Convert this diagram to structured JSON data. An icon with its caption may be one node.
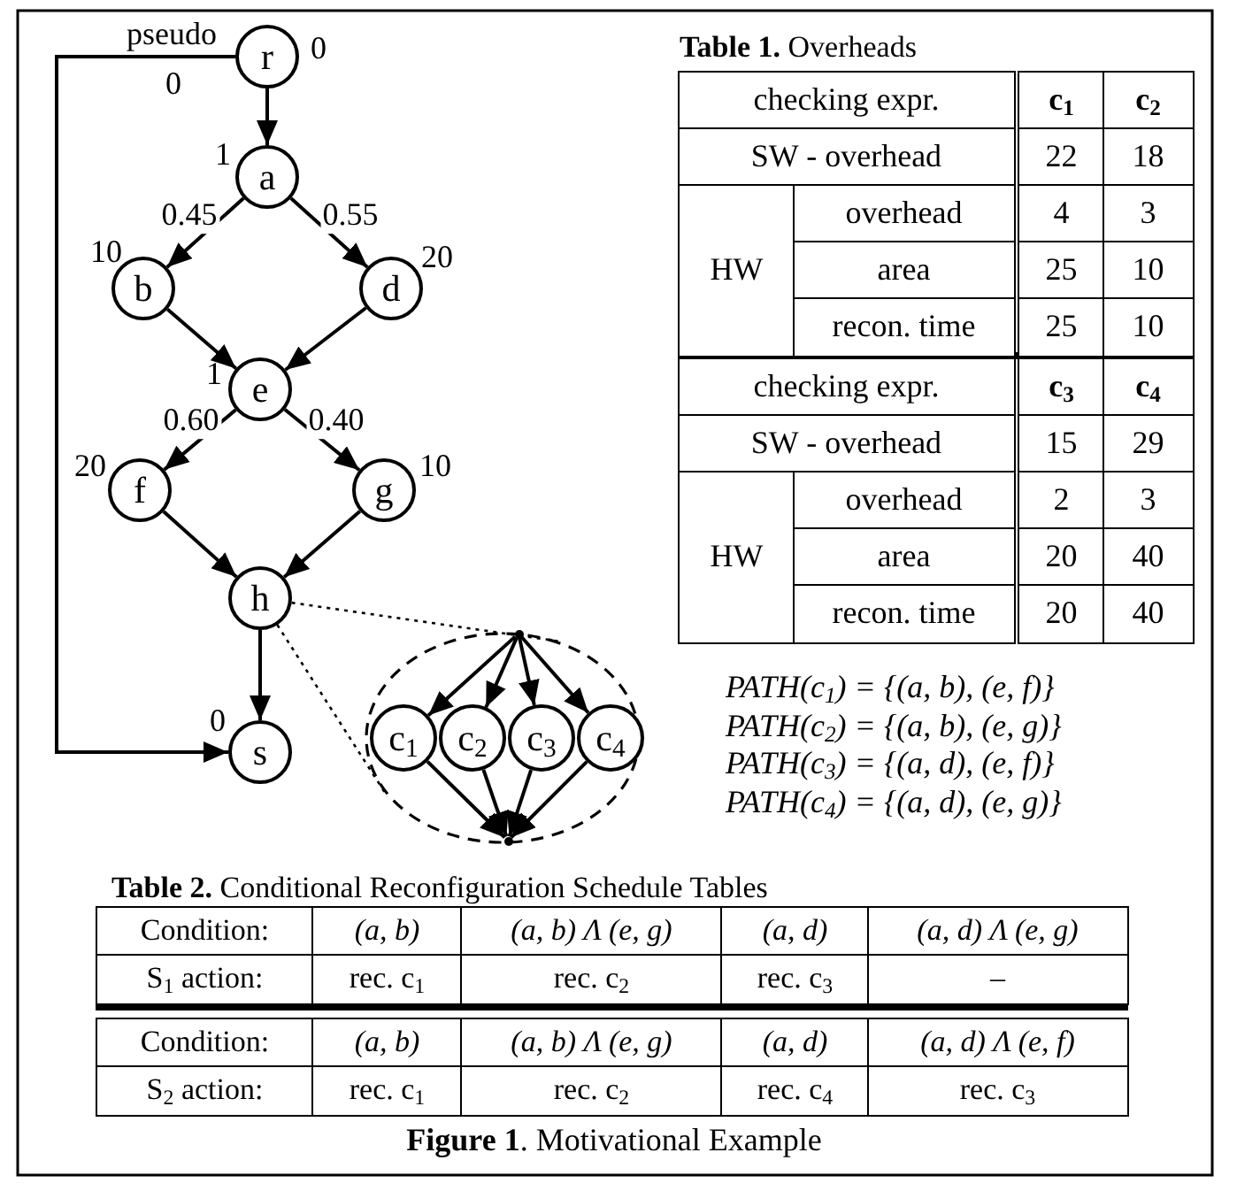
{
  "diagram": {
    "caption": "**Figure 1**. Motivational Example",
    "nodes": [
      {
        "text": [
          "r"
        ],
        "beside": [
          "0"
        ]
      },
      {
        "text": [
          "a"
        ],
        "beside": [
          "1"
        ]
      },
      {
        "text": [
          "b"
        ],
        "beside": [
          "10"
        ]
      },
      {
        "text": [
          "d"
        ],
        "beside": [
          "20"
        ]
      },
      {
        "text": [
          "e"
        ],
        "beside": [
          "1"
        ]
      },
      {
        "text": [
          "f"
        ],
        "beside": [
          "20"
        ]
      },
      {
        "text": [
          "g"
        ],
        "beside": [
          "10"
        ]
      },
      {
        "text": [
          "h"
        ]
      },
      {
        "text": [
          "s"
        ],
        "beside": [
          "0"
        ]
      },
      {
        "text": [],
        "shape": "ellipse"
      },
      {
        "text": [],
        "shape": "dot",
        "in": 9
      },
      {
        "text": [
          "c$_{1}$"
        ],
        "in": 9
      },
      {
        "text": [
          "c$_{2}$"
        ],
        "in": 9
      },
      {
        "text": [
          "c$_{3}$"
        ],
        "in": 9
      },
      {
        "text": [
          "c$_{4}$"
        ],
        "in": 9
      },
      {
        "text": [],
        "shape": "dot",
        "in": 9
      }
    ],
    "edges": [
      {
        "from": 0,
        "to": 1,
        "arrow": "to"
      },
      {
        "from": 1,
        "to": 2,
        "arrow": "to",
        "label": "0.45"
      },
      {
        "from": 1,
        "to": 3,
        "arrow": "to",
        "label": "0.55"
      },
      {
        "from": 2,
        "to": 4,
        "arrow": "to"
      },
      {
        "from": 3,
        "to": 4,
        "arrow": "to"
      },
      {
        "from": 4,
        "to": 5,
        "arrow": "to",
        "label": "0.60"
      },
      {
        "from": 4,
        "to": 6,
        "arrow": "to",
        "label": "0.40"
      },
      {
        "from": 5,
        "to": 7,
        "arrow": "to"
      },
      {
        "from": 6,
        "to": 7,
        "arrow": "to"
      },
      {
        "from": 7,
        "to": 8,
        "arrow": "to"
      },
      {
        "from": 0,
        "to": 8,
        "arrow": "to",
        "label": "pseudo"
      },
      {
        "from": 7,
        "to": 9,
        "arrow": "none",
        "style": "dashed"
      },
      {
        "from": 7,
        "to": 9,
        "arrow": "none",
        "style": "dashed"
      },
      {
        "from": 10,
        "to": 11,
        "arrow": "to"
      },
      {
        "from": 10,
        "to": 12,
        "arrow": "to"
      },
      {
        "from": 10,
        "to": 13,
        "arrow": "to"
      },
      {
        "from": 10,
        "to": 14,
        "arrow": "to"
      },
      {
        "from": 11,
        "to": 15,
        "arrow": "to"
      },
      {
        "from": 12,
        "to": 15,
        "arrow": "to"
      },
      {
        "from": 13,
        "to": 15,
        "arrow": "to"
      },
      {
        "from": 14,
        "to": 15,
        "arrow": "to"
      }
    ],
    "labels": [
      "0",
      "**Table 1.** Overheads",
      "checking expr.",
      "c$_{1}$",
      "c$_{2}$",
      "SW - overhead",
      "22",
      "18",
      "HW",
      "overhead",
      "4",
      "3",
      "area",
      "25",
      "10",
      "recon. time",
      "25",
      "10",
      "checking expr.",
      "c$_{3}$",
      "c$_{4}$",
      "SW - overhead",
      "15",
      "29",
      "HW",
      "overhead",
      "2",
      "3",
      "area",
      "20",
      "40",
      "recon. time",
      "20",
      "40",
      "PATH(c$_{1}$) = {(a, b), (e, f)}",
      "PATH(c$_{2}$) = {(a, b), (e, g)}",
      "PATH(c$_{3}$) = {(a, d), (e, f)}",
      "PATH(c$_{4}$) = {(a, d), (e, g)}",
      "**Table 2.** Conditional Reconfiguration Schedule Tables",
      "Condition:",
      "(a, b)",
      "(a, b) Λ (e, g)",
      "(a, d)",
      "(a, d) Λ (e, g)",
      "S$_{1}$ action:",
      "rec. c$_{1}$",
      "rec. c$_{2}$",
      "rec. c$_{3}$",
      "–",
      "Condition:",
      "(a, b)",
      "(a, b) Λ (e, g)",
      "(a, d)",
      "(a, d) Λ (e, f)",
      "S$_{2}$ action:",
      "rec. c$_{1}$",
      "rec. c$_{2}$",
      "rec. c$_{4}$",
      "rec. c$_{3}$"
    ]
  }
}
